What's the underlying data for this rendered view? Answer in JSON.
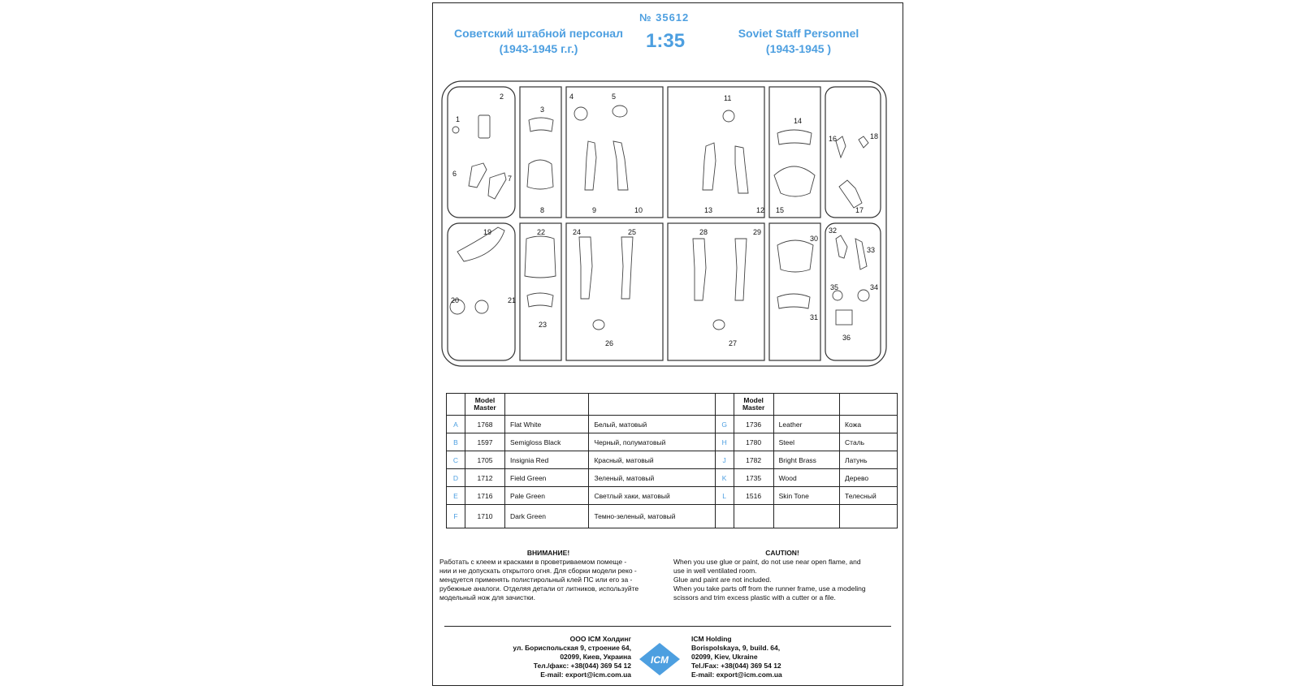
{
  "header": {
    "number": "№ 35612",
    "scale": "1:35",
    "title_ru_line1": "Советский штабной персонал",
    "title_ru_line2": "(1943-1945 г.г.)",
    "title_en_line1": "Soviet Staff Personnel",
    "title_en_line2": "(1943-1945 )"
  },
  "sprue": {
    "part_numbers": [
      "1",
      "2",
      "3",
      "4",
      "5",
      "6",
      "7",
      "8",
      "9",
      "10",
      "11",
      "12",
      "13",
      "14",
      "15",
      "16",
      "17",
      "18",
      "19",
      "20",
      "21",
      "22",
      "23",
      "24",
      "25",
      "26",
      "27",
      "28",
      "29",
      "30",
      "31",
      "32",
      "33",
      "34",
      "35",
      "36"
    ]
  },
  "paints": {
    "header": {
      "mm_line1": "Model",
      "mm_line2": "Master"
    },
    "left": [
      {
        "code": "A",
        "mm": "1768",
        "en": "Flat White",
        "ru": "Белый, матовый"
      },
      {
        "code": "B",
        "mm": "1597",
        "en": "Semigloss Black",
        "ru": "Черный, полуматовый"
      },
      {
        "code": "C",
        "mm": "1705",
        "en": "Insignia Red",
        "ru": "Красный, матовый"
      },
      {
        "code": "D",
        "mm": "1712",
        "en": "Field Green",
        "ru": "Зеленый, матовый"
      },
      {
        "code": "E",
        "mm": "1716",
        "en": "Pale Green",
        "ru": "Светлый хаки, матовый"
      },
      {
        "code": "F",
        "mm": "1710",
        "en": "Dark Green",
        "ru": "Темно-зеленый, матовый"
      }
    ],
    "right": [
      {
        "code": "G",
        "mm": "1736",
        "en": "Leather",
        "ru": "Кожа"
      },
      {
        "code": "H",
        "mm": "1780",
        "en": "Steel",
        "ru": "Сталь"
      },
      {
        "code": "J",
        "mm": "1782",
        "en": "Bright Brass",
        "ru": "Латунь"
      },
      {
        "code": "K",
        "mm": "1735",
        "en": "Wood",
        "ru": "Дерево"
      },
      {
        "code": "L",
        "mm": "1516",
        "en": "Skin Tone",
        "ru": "Телесный"
      }
    ]
  },
  "warnings": {
    "ru_title": "ВНИМАНИЕ!",
    "ru_lines": [
      "Работать с клеем и красками в проветриваемом помеще -",
      "нии и не допускать открытого огня. Для сборки модели реко -",
      "мендуется применять полистирольный клей ПС или его за -",
      "рубежные аналоги. Отделяя детали от литников, используйте",
      "модельный нож для зачистки."
    ],
    "en_title": "CAUTION!",
    "en_lines": [
      "When you use glue or paint, do not use near open flame, and",
      "use in well ventilated room.",
      "Glue and paint are not included.",
      "When you take parts off from the runner frame, use a modeling",
      "scissors and trim excess plastic with a cutter or a file."
    ]
  },
  "address": {
    "ru": [
      "ООО ICM Холдинг",
      "ул. Бориспольская 9, строение 64,",
      "02099, Киев, Украина",
      "Тел./факс: +38(044) 369 54 12",
      "E-mail: export@icm.com.ua"
    ],
    "en": [
      "ICM Holding",
      "Borispolskaya, 9, build. 64,",
      "02099, Kiev, Ukraine",
      "Tel./Fax: +38(044) 369 54 12",
      "E-mail: export@icm.com.ua"
    ],
    "logo_text": "ICM"
  },
  "colors": {
    "accent": "#4d9fe0",
    "line": "#222222"
  }
}
